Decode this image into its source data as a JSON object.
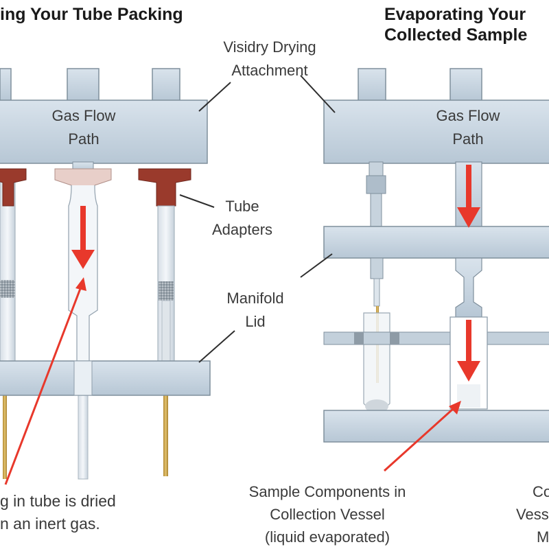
{
  "left_panel": {
    "title": "ing Your Tube Packing",
    "gas_flow_line1": "Gas Flow",
    "gas_flow_line2": "Path",
    "drying_attachment_line1": "Visidry Drying",
    "drying_attachment_line2": "Attachment",
    "tube_adapters_line1": "Tube",
    "tube_adapters_line2": "Adapters",
    "manifold_lid_line1": "Manifold",
    "manifold_lid_line2": "Lid",
    "caption_line1": "g in tube is dried",
    "caption_line2": "n an inert gas."
  },
  "right_panel": {
    "title_line1": "Evaporating Your",
    "title_line2": "Collected Sample",
    "gas_flow_line1": "Gas Flow",
    "gas_flow_line2": "Path",
    "caption_line1": "Sample Components in",
    "caption_line2": "Collection Vessel",
    "caption_line3": "(liquid evaporated)",
    "edge_line1": "Co",
    "edge_line2": "Vess",
    "edge_line3": "M"
  },
  "colors": {
    "manifold_blue": "#c9d6e1",
    "flow_arrow": "#e8382b",
    "tube_adapter": "#9a3a2c",
    "needle_gold": "#c9a24a"
  }
}
